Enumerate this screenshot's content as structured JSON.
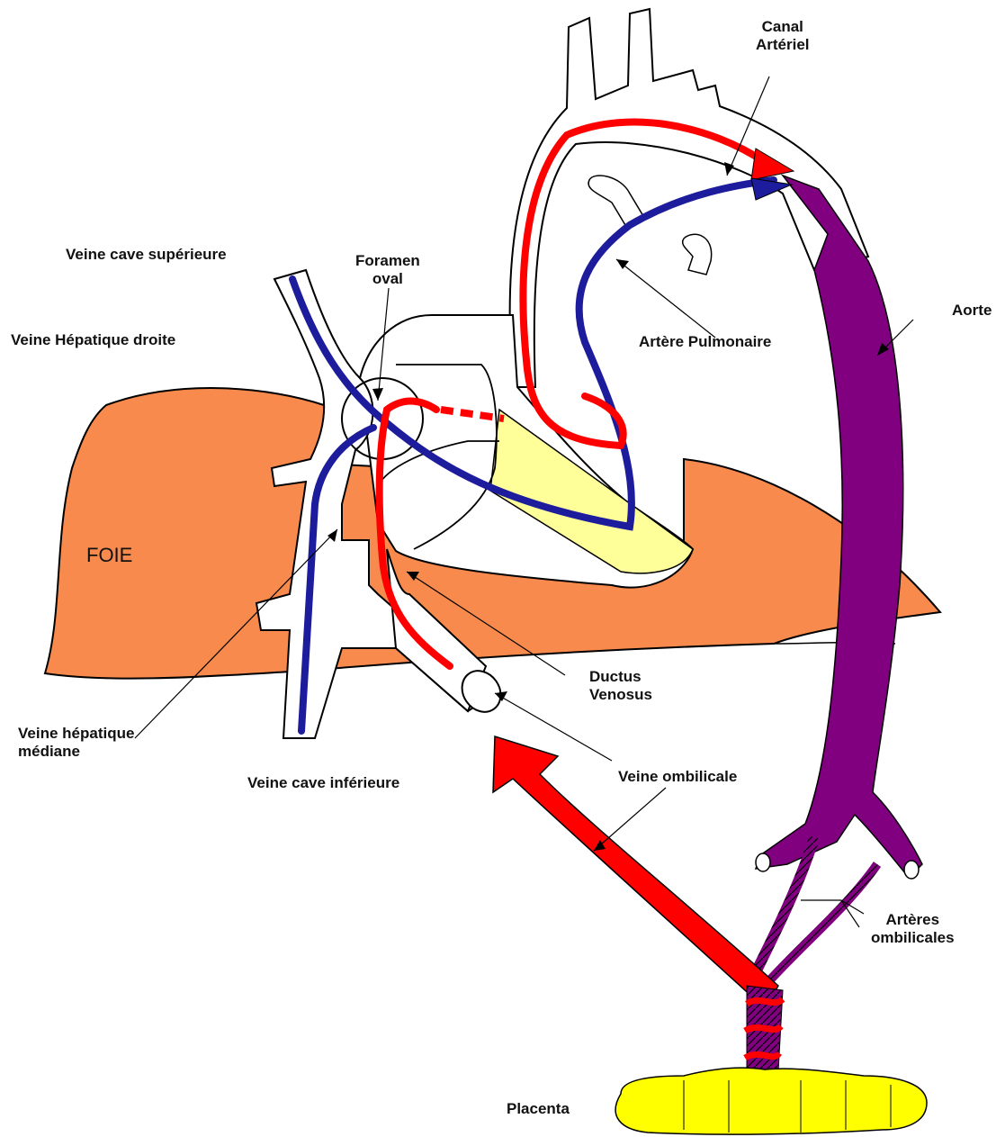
{
  "colors": {
    "liver": "#f78a4c",
    "oxygenated": "#ff0000",
    "deoxygenated": "#1c1c9c",
    "mixed": "#800080",
    "placenta": "#ffff00",
    "ventricle_band": "#ffff99",
    "outline": "#000000"
  },
  "labels": {
    "canal_arteriel": "Canal\nArtériel",
    "aorte": "Aorte",
    "veine_cave_superieure": "Veine cave supérieure",
    "foramen_oval": "Foramen\noval",
    "veine_hepatique_droite": "Veine Hépatique droite",
    "artere_pulmonaire": "Artère Pulmonaire",
    "foie": "FOIE",
    "ductus_venosus": "Ductus\nVenosus",
    "veine_hepatique_mediane": "Veine hépatique\nmédiane",
    "veine_cave_inferieure": "Veine cave inférieure",
    "veine_ombilicale": "Veine ombilicale",
    "arteres_ombilicales": "Artères\nombilicales",
    "placenta": "Placenta"
  }
}
